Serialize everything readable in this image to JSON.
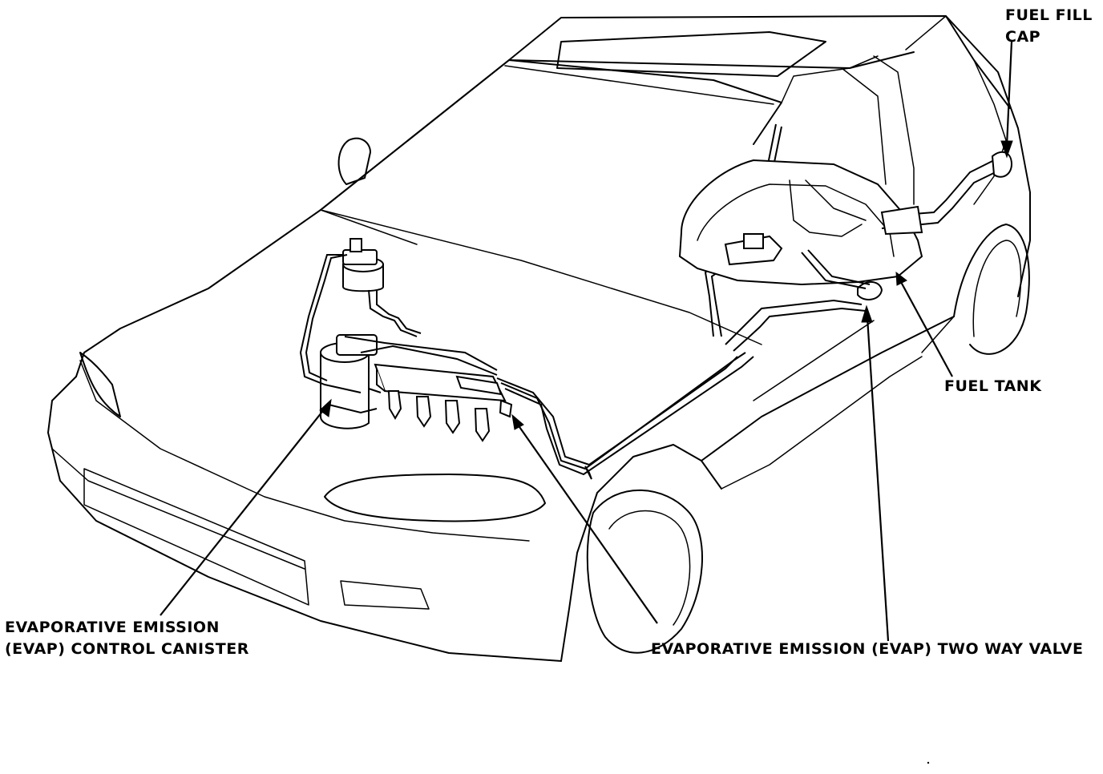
{
  "labels": {
    "fuel_fill_cap_line1": "FUEL FILL",
    "fuel_fill_cap_line2": "CAP",
    "fuel_tank": "FUEL TANK",
    "evap_canister_line1": "EVAPORATIVE EMISSION",
    "evap_canister_line2": "(EVAP) CONTROL CANISTER",
    "evap_two_way_valve": "EVAPORATIVE EMISSION (EVAP) TWO WAY VALVE"
  },
  "colors": {
    "line": "#000000",
    "background": "#ffffff"
  }
}
